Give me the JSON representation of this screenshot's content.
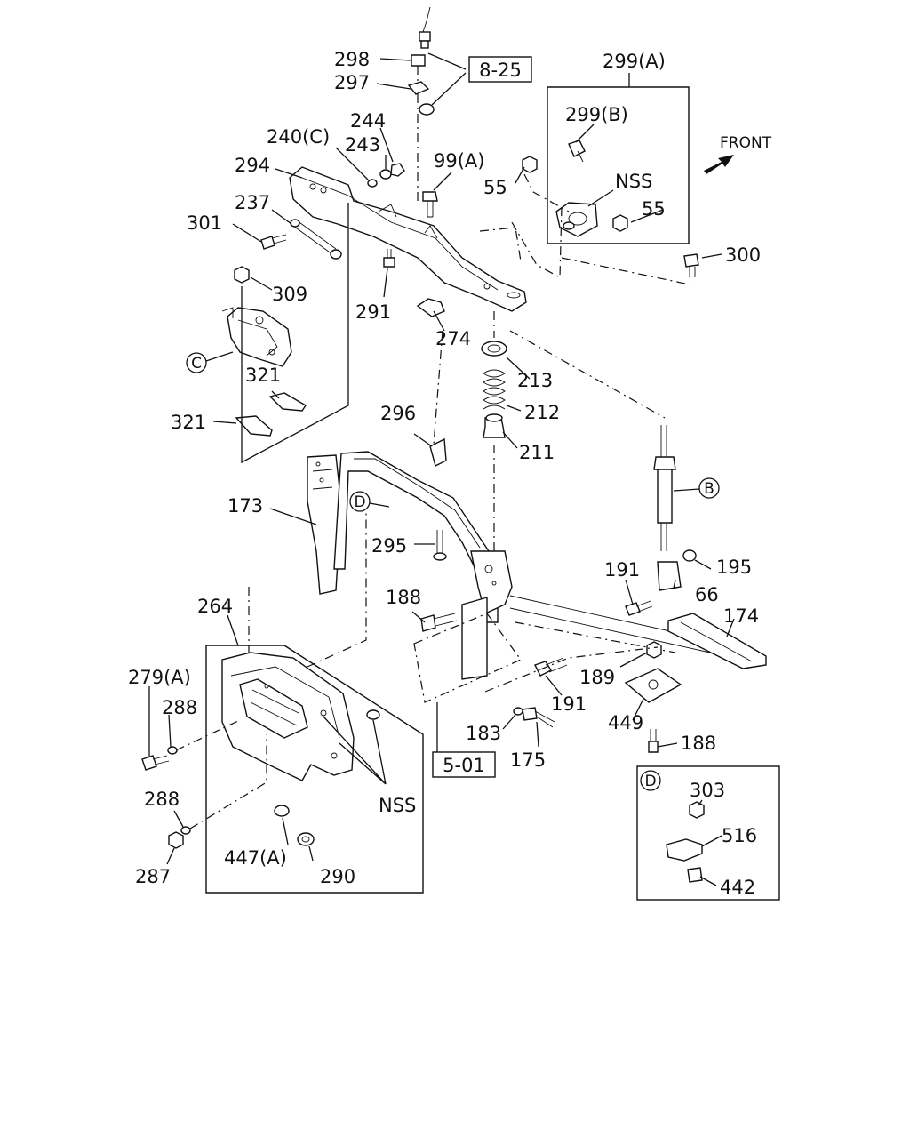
{
  "front_label": "FRONT",
  "refs": {
    "r8_25": "8-25",
    "r5_01": "5-01",
    "c": "C",
    "b": "B",
    "d": "D"
  },
  "inset_d": {
    "badge": "D",
    "labels": [
      "303",
      "516",
      "442"
    ]
  },
  "labels": {
    "l298": "298",
    "l297": "297",
    "l299a": "299(A)",
    "l299b": "299(B)",
    "l244": "244",
    "l240c": "240(C)",
    "l243": "243",
    "l99a": "99(A)",
    "l294": "294",
    "l55a": "55",
    "l55b": "55",
    "lnss1": "NSS",
    "l237": "237",
    "l301": "301",
    "l300": "300",
    "l309": "309",
    "l291": "291",
    "l274": "274",
    "l213": "213",
    "l321a": "321",
    "l321b": "321",
    "l212": "212",
    "l296": "296",
    "l211": "211",
    "l173": "173",
    "l295": "295",
    "l195": "195",
    "l191a": "191",
    "l66": "66",
    "l188a": "188",
    "l264": "264",
    "l174": "174",
    "l279a": "279(A)",
    "l189": "189",
    "l288a": "288",
    "l191b": "191",
    "l183": "183",
    "l449": "449",
    "l175": "175",
    "l188b": "188",
    "lnss2": "NSS",
    "l288b": "288",
    "l447a": "447(A)",
    "l287": "287",
    "l290": "290"
  }
}
